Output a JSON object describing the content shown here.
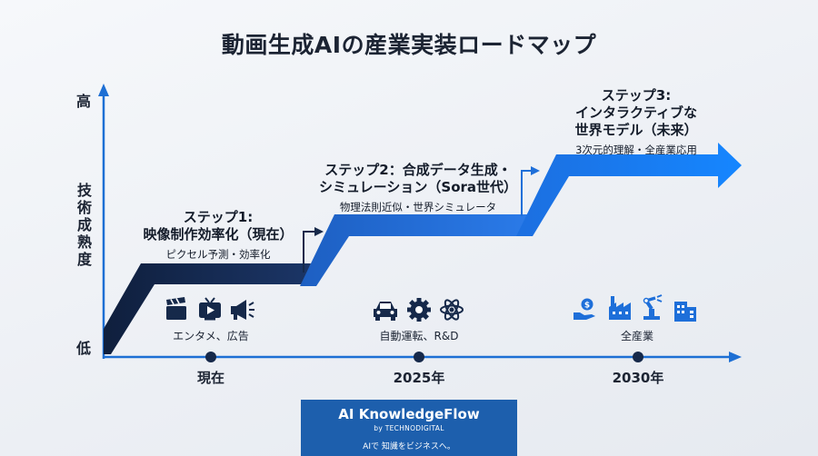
{
  "title": "動画生成AIの産業実装ロードマップ",
  "y_axis": {
    "high": "高",
    "label": "技術成熟度",
    "low": "低"
  },
  "x_axis": {
    "ticks": [
      "現在",
      "2025年",
      "2030年"
    ]
  },
  "steps": [
    {
      "title_line1": "ステップ1:",
      "title_line2": "映像制作効率化（現在）",
      "subtitle": "ピクセル予測・効率化"
    },
    {
      "title_line1": "ステップ2：合成データ生成・",
      "title_line2": "シミュレーション（Sora世代）",
      "subtitle": "物理法則近似・世界シミュレータ"
    },
    {
      "title_line1": "ステップ3:",
      "title_line2": "インタラクティブな",
      "title_line3": "世界モデル（未来）",
      "subtitle": "3次元的理解・全産業応用"
    }
  ],
  "categories": [
    {
      "label": "エンタメ、広告",
      "icons": [
        "clapperboard-icon",
        "tv-icon",
        "megaphone-icon"
      ]
    },
    {
      "label": "自動運転、R&D",
      "icons": [
        "car-icon",
        "gear-icon",
        "atom-icon"
      ]
    },
    {
      "label": "全産業",
      "icons": [
        "money-hand-icon",
        "factory-icon",
        "robot-arm-icon",
        "buildings-icon"
      ]
    }
  ],
  "colors": {
    "navy": "#16294a",
    "blue": "#1e6fd9",
    "bright_blue": "#1683ff",
    "axis": "#1d6fd4"
  },
  "logo": {
    "name": "AI KnowledgeFlow",
    "by": "by TECHNODIGITAL",
    "tagline": "AIで 知識をビジネスへ。"
  }
}
